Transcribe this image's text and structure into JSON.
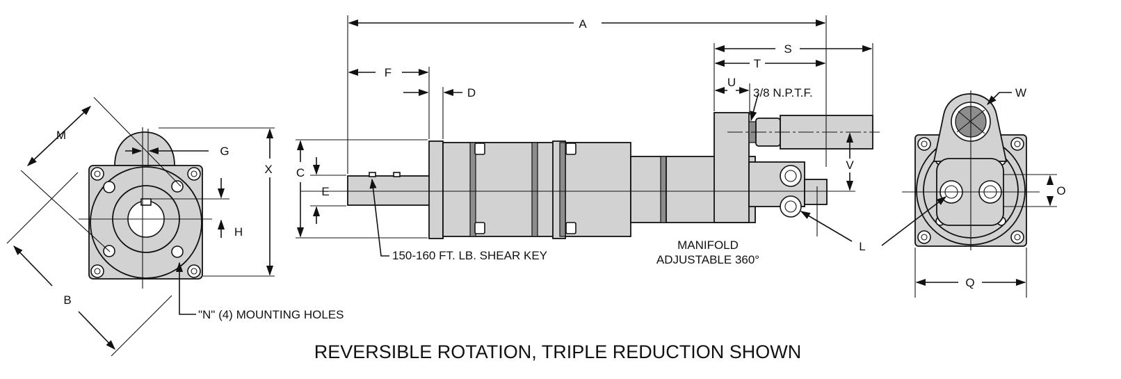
{
  "dimensions": {
    "A": "A",
    "S": "S",
    "T": "T",
    "U": "U",
    "F": "F",
    "D": "D",
    "C": "C",
    "E": "E",
    "V": "V",
    "W": "W",
    "O": "O",
    "Q": "Q",
    "L": "L",
    "M": "M",
    "G": "G",
    "X": "X",
    "H": "H",
    "B": "B"
  },
  "notes": {
    "nptf": "3/8 N.P.T.F.",
    "shear_key": "150-160 FT. LB. SHEAR KEY",
    "manifold_line1": "MANIFOLD",
    "manifold_line2": "ADJUSTABLE 360°",
    "mounting_holes": "\"N\" (4) MOUNTING HOLES"
  },
  "caption": "REVERSIBLE ROTATION, TRIPLE REDUCTION SHOWN",
  "colors": {
    "line": "#111111",
    "body_fill": "#d2d2d2",
    "shade": "#8d8d8d"
  }
}
